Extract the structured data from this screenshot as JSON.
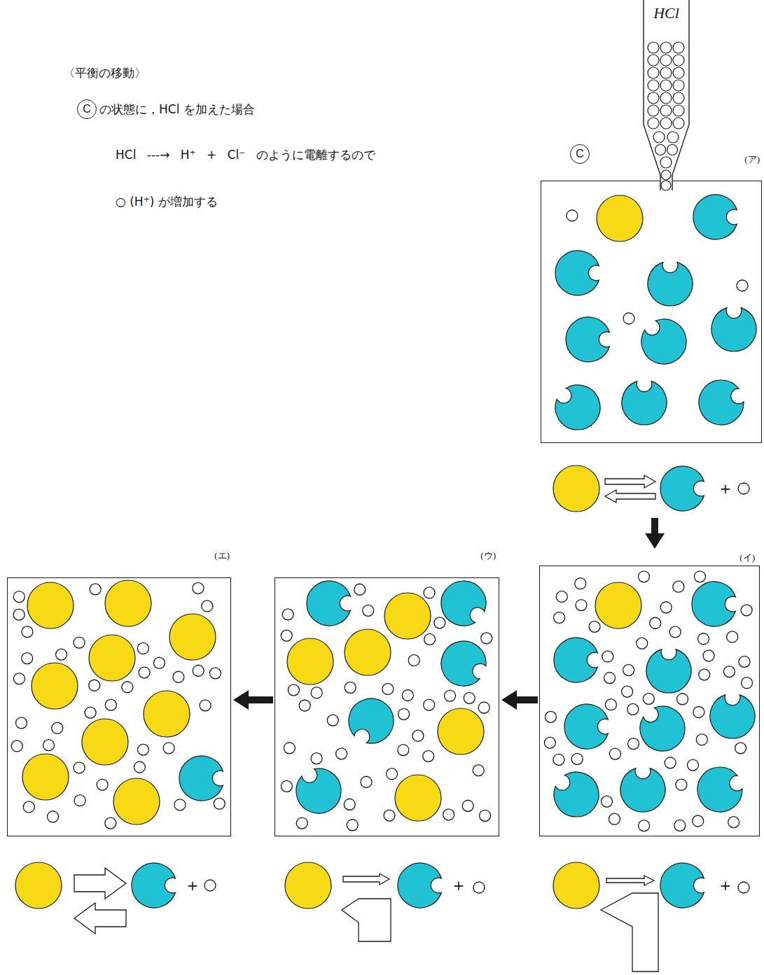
{
  "diagram": {
    "title": "〈平衡の移動〉",
    "nodes": [
      {
        "text": [
          "HCl"
        ]
      },
      {
        "text": [
          "(ア)",
          "+"
        ]
      },
      {
        "text": [
          "(イ)",
          "+"
        ]
      },
      {
        "text": [
          "(ウ)",
          "+"
        ]
      },
      {
        "text": [
          "(エ)",
          "+"
        ]
      }
    ],
    "edges": [
      {
        "from": 1,
        "to": 2,
        "arrow": "to"
      },
      {
        "from": 2,
        "to": 3,
        "arrow": "to"
      },
      {
        "from": 3,
        "to": 4,
        "arrow": "to"
      }
    ],
    "labels": [
      "C",
      "の状態に，HCl を加えた場合",
      "HCl ---→ H⁺ + Cl⁻ のように電離するので",
      "○ (H⁺) が増加する",
      "C"
    ]
  }
}
